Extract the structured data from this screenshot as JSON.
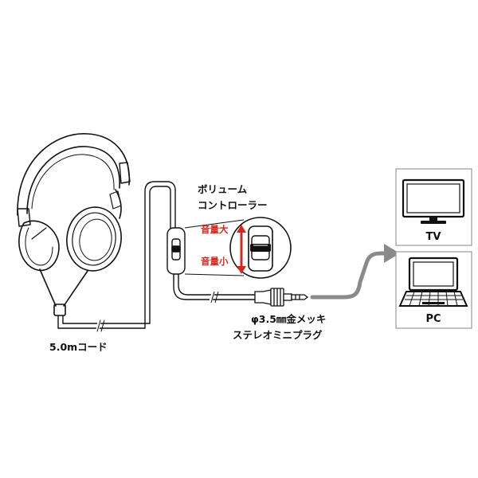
{
  "labels": {
    "controller_line1": "ボリューム",
    "controller_line2": "コントローラー",
    "volume_up": "音量大",
    "volume_down": "音量小",
    "plug_line1": "φ3.5㎜金メッキ",
    "plug_line2": "ステレオミニプラグ",
    "cord_length": "5.0mコード",
    "device_tv": "TV",
    "device_pc": "PC"
  },
  "colors": {
    "line": "#111111",
    "accent_red": "#d9261c",
    "arrow_gray": "#8a8a8a",
    "box_border": "#9a9a9a"
  }
}
